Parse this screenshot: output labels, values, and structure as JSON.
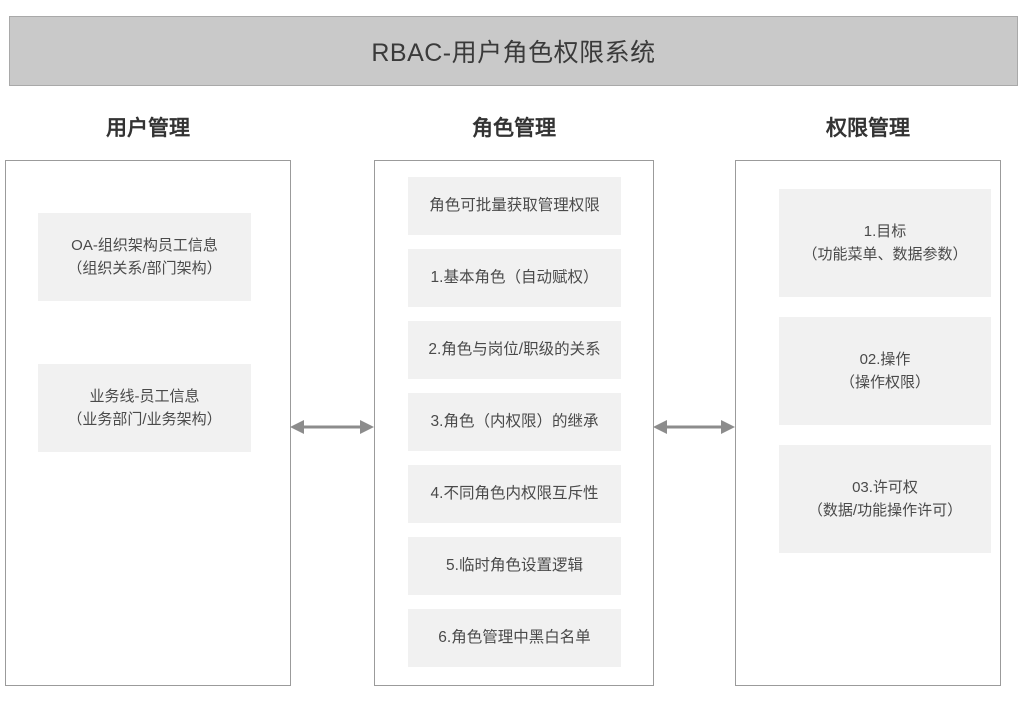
{
  "title": {
    "text": "RBAC-用户角色权限系统"
  },
  "columns": [
    {
      "id": "user",
      "header": "用户管理",
      "cards": [
        {
          "lines": [
            "OA-组织架构员工信息",
            "（组织关系/部门架构）"
          ]
        },
        {
          "lines": [
            "业务线-员工信息",
            "（业务部门/业务架构）"
          ]
        }
      ]
    },
    {
      "id": "role",
      "header": "角色管理",
      "cards": [
        {
          "lines": [
            "角色可批量获取管理权限"
          ]
        },
        {
          "lines": [
            "1.基本角色（自动赋权）"
          ]
        },
        {
          "lines": [
            "2.角色与岗位/职级的关系"
          ]
        },
        {
          "lines": [
            "3.角色（内权限）的继承"
          ]
        },
        {
          "lines": [
            "4.不同角色内权限互斥性"
          ]
        },
        {
          "lines": [
            "5.临时角色设置逻辑"
          ]
        },
        {
          "lines": [
            "6.角色管理中黑白名单"
          ]
        }
      ]
    },
    {
      "id": "permission",
      "header": "权限管理",
      "cards": [
        {
          "lines": [
            "1.目标",
            "（功能菜单、数据参数）"
          ]
        },
        {
          "lines": [
            "02.操作",
            "（操作权限）"
          ]
        },
        {
          "lines": [
            "03.许可权",
            "（数据/功能操作许可）"
          ]
        }
      ]
    }
  ],
  "connectors": [
    {
      "id": "user-role",
      "type": "double-arrow"
    },
    {
      "id": "role-permission",
      "type": "double-arrow"
    }
  ],
  "colors": {
    "banner_fill": "#c9c9c9",
    "banner_border": "#a9a9a9",
    "panel_border": "#9b9b9b",
    "card_fill": "#f1f1f1",
    "text": "#3c3c3c",
    "arrow": "#8c8c8c"
  }
}
